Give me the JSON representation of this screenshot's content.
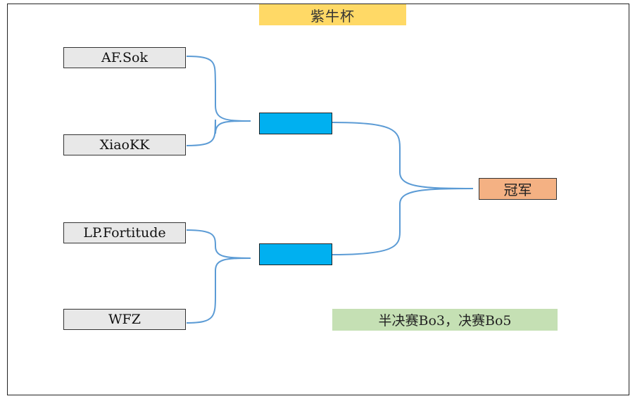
{
  "title": "紫牛杯",
  "players": [
    "AF.Sok",
    "XiaoKK",
    "LP.Fortitude",
    "WFZ"
  ],
  "semifinal_slots": [
    "",
    ""
  ],
  "champion_label": "冠军",
  "format_note": "半决赛Bo3，决赛Bo5",
  "colors": {
    "title_bg": "#ffd966",
    "player_bg": "#e8e8e8",
    "semifinal_bg": "#00b0f0",
    "champion_bg": "#f4b183",
    "note_bg": "#c5e0b4",
    "connector": "#5b9bd5"
  }
}
